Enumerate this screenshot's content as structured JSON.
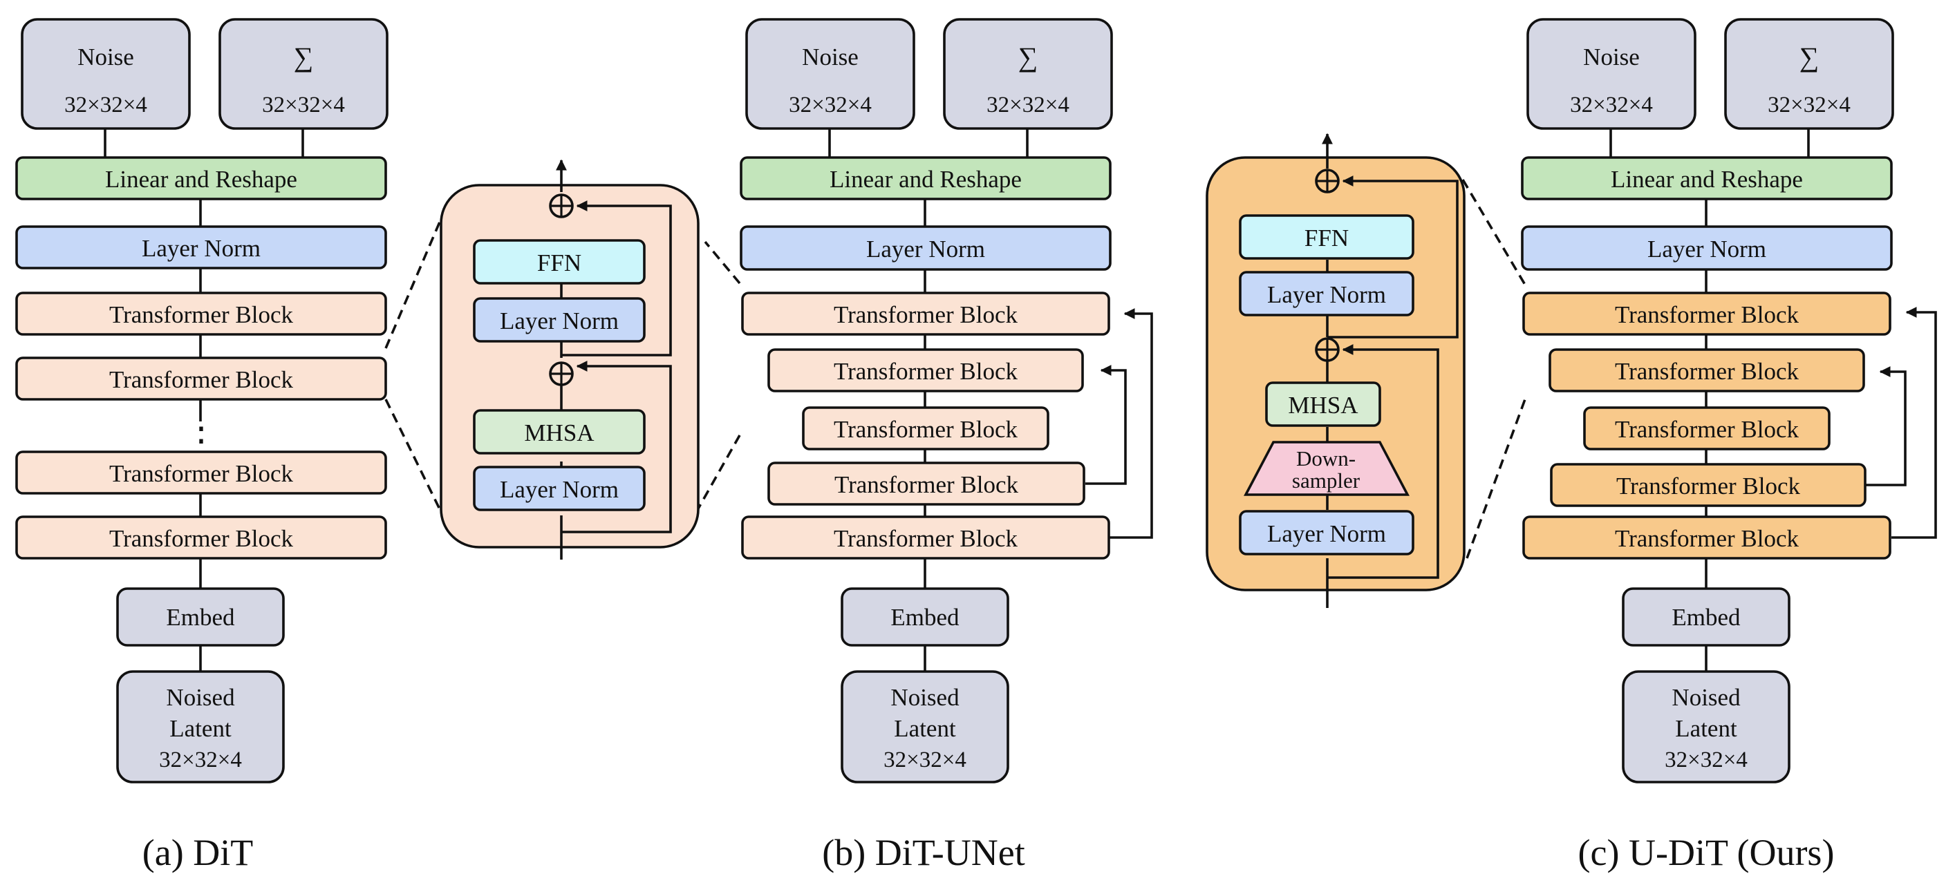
{
  "panels": {
    "dit": {
      "caption": "(a) DiT",
      "noise_label": "Noise",
      "noise_dim": "32×32×4",
      "sigma_label": "∑",
      "sigma_dim": "32×32×4",
      "linear_reshape": "Linear and Reshape",
      "layer_norm": "Layer Norm",
      "block_1": "Transformer Block",
      "block_2": "Transformer Block",
      "ellipsis": "⋮",
      "block_3": "Transformer Block",
      "block_4": "Transformer Block",
      "embed": "Embed",
      "latent_line1": "Noised",
      "latent_line2": "Latent",
      "latent_dim": "32×32×4"
    },
    "dit_unet": {
      "caption": "(b) DiT-UNet",
      "noise_label": "Noise",
      "noise_dim": "32×32×4",
      "sigma_label": "∑",
      "sigma_dim": "32×32×4",
      "linear_reshape": "Linear and Reshape",
      "layer_norm": "Layer Norm",
      "block_1": "Transformer Block",
      "block_2": "Transformer Block",
      "block_3": "Transformer Block",
      "block_4": "Transformer Block",
      "block_5": "Transformer Block",
      "embed": "Embed",
      "latent_line1": "Noised",
      "latent_line2": "Latent",
      "latent_dim": "32×32×4"
    },
    "u_dit": {
      "caption": "(c) U-DiT (Ours)",
      "noise_label": "Noise",
      "noise_dim": "32×32×4",
      "sigma_label": "∑",
      "sigma_dim": "32×32×4",
      "linear_reshape": "Linear and Reshape",
      "layer_norm": "Layer Norm",
      "block_1": "Transformer Block",
      "block_2": "Transformer Block",
      "block_3": "Transformer Block",
      "block_4": "Transformer Block",
      "block_5": "Transformer Block",
      "embed": "Embed",
      "latent_line1": "Noised",
      "latent_line2": "Latent",
      "latent_dim": "32×32×4"
    }
  },
  "zoom_transformer": {
    "ffn": "FFN",
    "layer_norm_top": "Layer Norm",
    "mhsa": "MHSA",
    "layer_norm_bottom": "Layer Norm",
    "plus_symbol": "⊕"
  },
  "zoom_udit": {
    "ffn": "FFN",
    "layer_norm_top": "Layer Norm",
    "mhsa": "MHSA",
    "downsampler_line1": "Down-",
    "downsampler_line2": "sampler",
    "layer_norm_bottom": "Layer Norm",
    "plus_symbol": "⊕"
  },
  "colors": {
    "io_box": "#d5d7e4",
    "linear": "#c3e5bb",
    "layer_norm": "#c6d8f8",
    "block": "#fbe3d4",
    "block_ours": "#f8c98b",
    "zoom_bg": "#fbe1d2",
    "zoom_bg_ours": "#f8c98b",
    "ffn": "#ccf6fb",
    "mhsa": "#d7ecd3",
    "downsampler": "#f7cbd9",
    "ink": "#111111"
  }
}
